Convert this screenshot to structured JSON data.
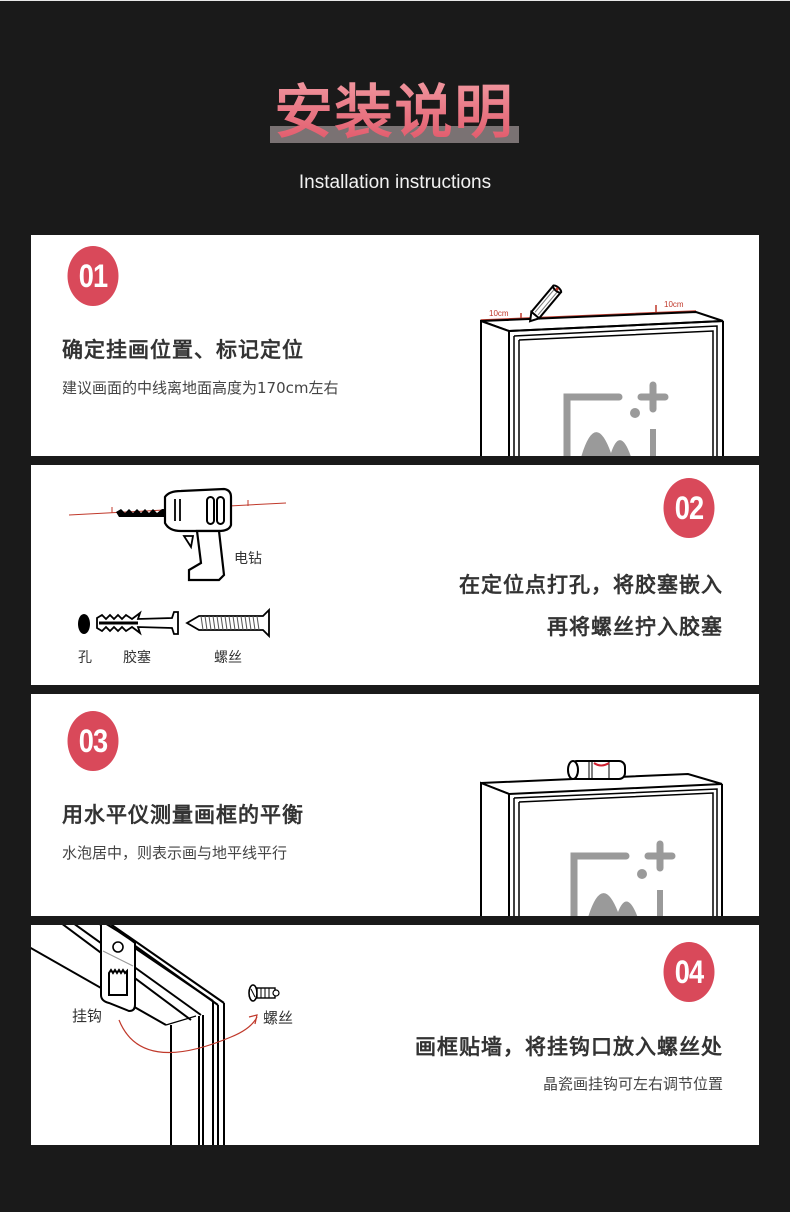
{
  "header": {
    "title": "安装说明",
    "subtitle": "Installation instructions"
  },
  "colors": {
    "background": "#1a1a1a",
    "card": "#ffffff",
    "accent": "#d9495a",
    "title_gradient_top": "#f19aa2",
    "title_gradient_bottom": "#e05466",
    "title_bar": "#7a7273",
    "guide_line": "#c0392b"
  },
  "steps": [
    {
      "number": "01",
      "heading": "确定挂画位置、标记定位",
      "description": "建议画面的中线离地面高度为170cm左右",
      "illustration": {
        "type": "frame-with-pencil",
        "measure_left": "10cm",
        "measure_right": "10cm",
        "icons": [
          "pencil-icon",
          "picture-frame-icon",
          "image-placeholder-icon"
        ]
      }
    },
    {
      "number": "02",
      "heading_line1": "在定位点打孔，将胶塞嵌入",
      "heading_line2": "再将螺丝拧入胶塞",
      "illustration": {
        "type": "drill-and-parts",
        "drill_label": "电钻",
        "hole_label": "孔",
        "anchor_label": "胶塞",
        "screw_label": "螺丝",
        "icons": [
          "drill-icon",
          "hole-icon",
          "wall-anchor-icon",
          "screw-icon"
        ]
      }
    },
    {
      "number": "03",
      "heading": "用水平仪测量画框的平衡",
      "description": "水泡居中，则表示画与地平线平行",
      "illustration": {
        "type": "frame-with-level",
        "icons": [
          "spirit-level-icon",
          "picture-frame-icon",
          "image-placeholder-icon"
        ]
      }
    },
    {
      "number": "04",
      "heading": "画框贴墙，将挂钩口放入螺丝处",
      "description": "晶瓷画挂钩可左右调节位置",
      "illustration": {
        "type": "hook-and-screw",
        "hook_label": "挂钩",
        "screw_label": "螺丝",
        "icons": [
          "hanger-hook-icon",
          "screw-icon",
          "curved-arrow-icon",
          "frame-corner-icon"
        ]
      }
    }
  ]
}
